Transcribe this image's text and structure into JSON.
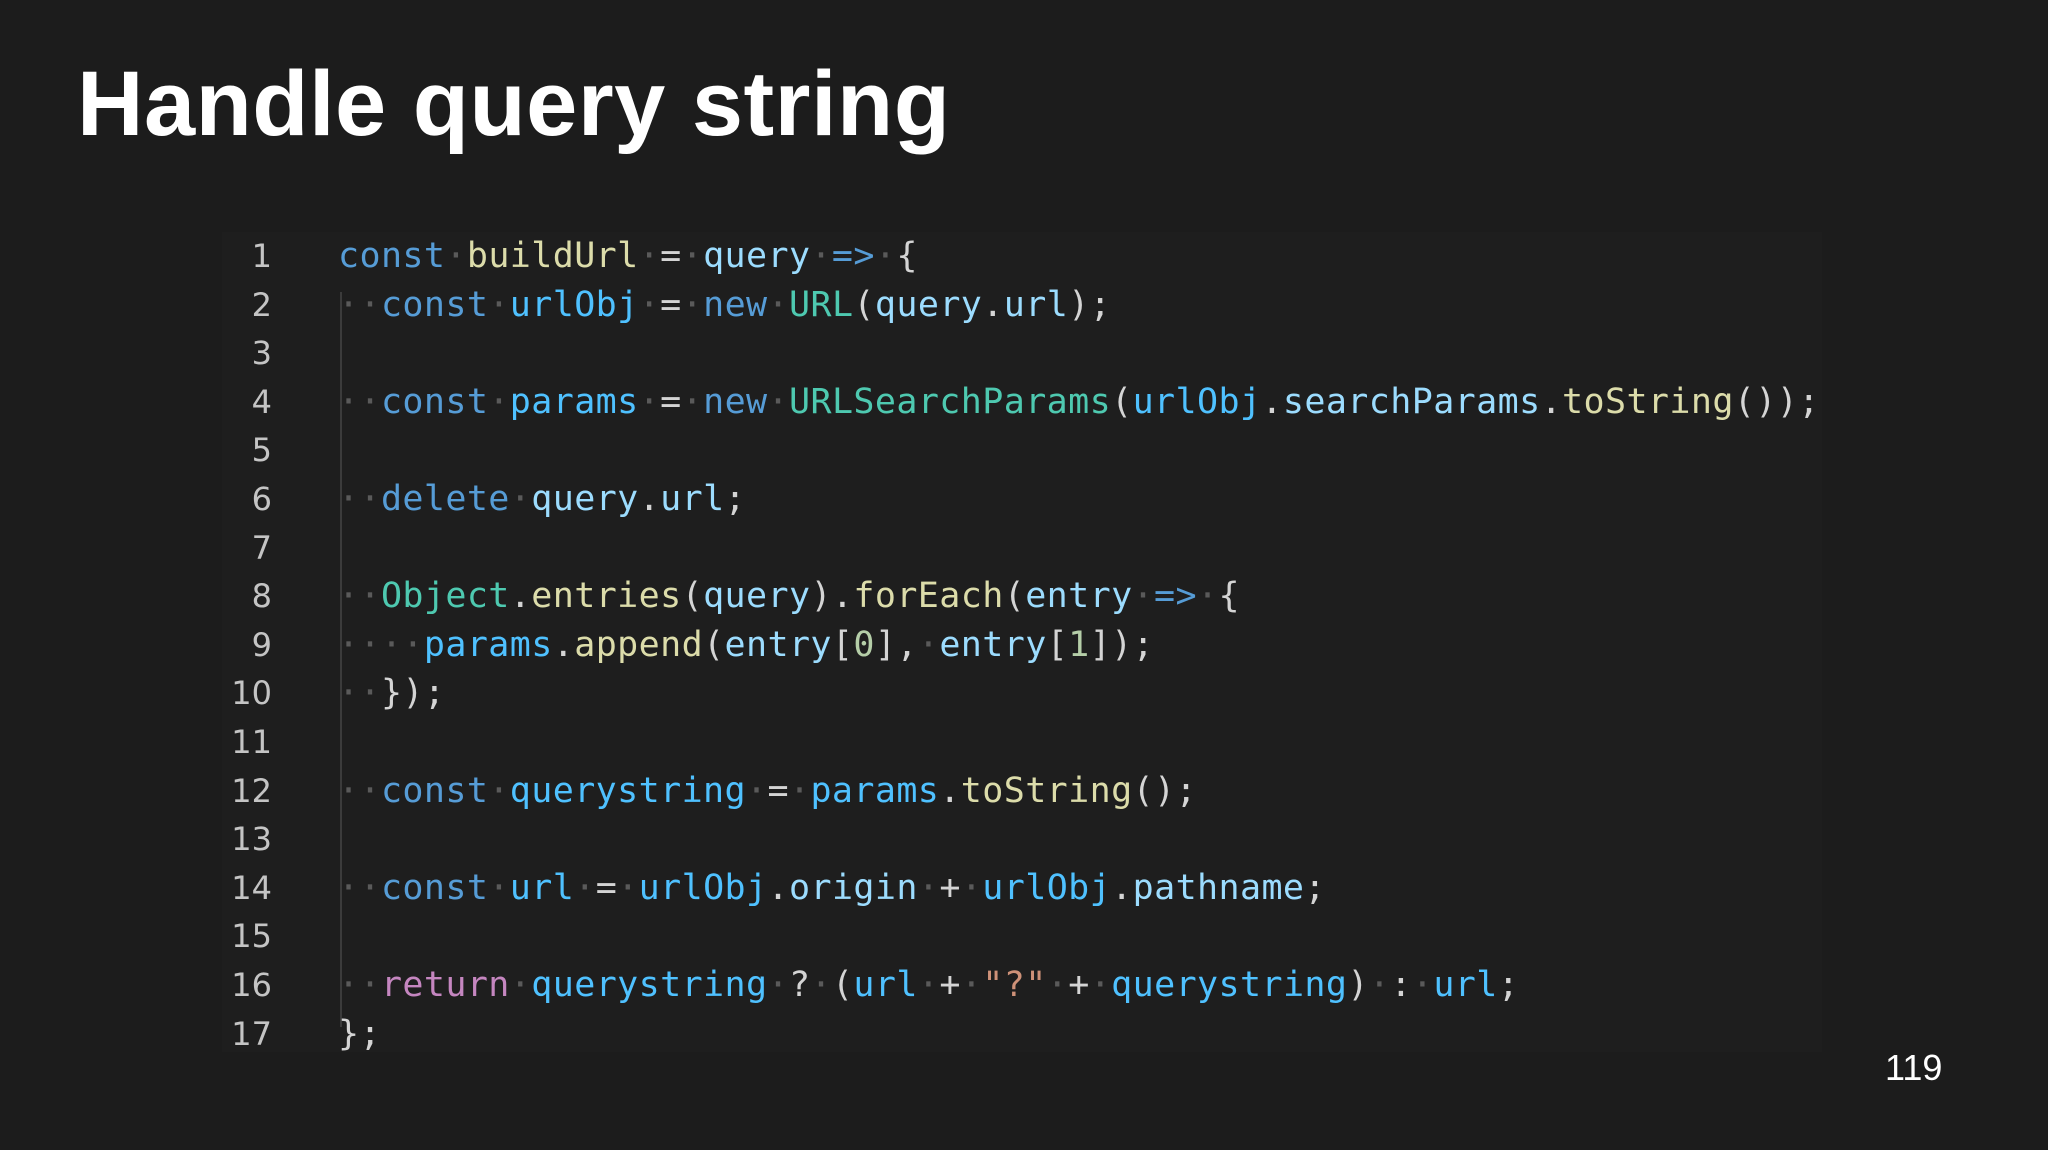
{
  "slide": {
    "title": "Handle query string",
    "page_number": "119"
  },
  "code": {
    "language": "javascript",
    "colors": {
      "background": "#1e1e1e",
      "keyword": "#569cd6",
      "control": "#c586c0",
      "function": "#dcdcaa",
      "variable": "#9cdcfe",
      "constant": "#4fc1ff",
      "class": "#4ec9b0",
      "number": "#b5cea8",
      "string": "#ce9178",
      "whitespace": "#5a5a5a"
    },
    "lines": [
      {
        "number": "1",
        "tokens": [
          [
            "kw",
            "const"
          ],
          [
            "ws",
            "·"
          ],
          [
            "fn",
            "buildUrl"
          ],
          [
            "ws",
            "·"
          ],
          [
            "op",
            "="
          ],
          [
            "ws",
            "·"
          ],
          [
            "var",
            "query"
          ],
          [
            "ws",
            "·"
          ],
          [
            "kw",
            "=>"
          ],
          [
            "ws",
            "·"
          ],
          [
            "punc",
            "{"
          ]
        ]
      },
      {
        "number": "2",
        "tokens": [
          [
            "ws",
            "··"
          ],
          [
            "kw",
            "const"
          ],
          [
            "ws",
            "·"
          ],
          [
            "const",
            "urlObj"
          ],
          [
            "ws",
            "·"
          ],
          [
            "op",
            "="
          ],
          [
            "ws",
            "·"
          ],
          [
            "kw",
            "new"
          ],
          [
            "ws",
            "·"
          ],
          [
            "cls",
            "URL"
          ],
          [
            "punc",
            "("
          ],
          [
            "var",
            "query"
          ],
          [
            "punc",
            "."
          ],
          [
            "var",
            "url"
          ],
          [
            "punc",
            ");"
          ]
        ]
      },
      {
        "number": "3",
        "tokens": []
      },
      {
        "number": "4",
        "tokens": [
          [
            "ws",
            "··"
          ],
          [
            "kw",
            "const"
          ],
          [
            "ws",
            "·"
          ],
          [
            "const",
            "params"
          ],
          [
            "ws",
            "·"
          ],
          [
            "op",
            "="
          ],
          [
            "ws",
            "·"
          ],
          [
            "kw",
            "new"
          ],
          [
            "ws",
            "·"
          ],
          [
            "cls",
            "URLSearchParams"
          ],
          [
            "punc",
            "("
          ],
          [
            "const",
            "urlObj"
          ],
          [
            "punc",
            "."
          ],
          [
            "var",
            "searchParams"
          ],
          [
            "punc",
            "."
          ],
          [
            "fn",
            "toString"
          ],
          [
            "punc",
            "());"
          ]
        ]
      },
      {
        "number": "5",
        "tokens": []
      },
      {
        "number": "6",
        "tokens": [
          [
            "ws",
            "··"
          ],
          [
            "kw",
            "delete"
          ],
          [
            "ws",
            "·"
          ],
          [
            "var",
            "query"
          ],
          [
            "punc",
            "."
          ],
          [
            "var",
            "url"
          ],
          [
            "punc",
            ";"
          ]
        ]
      },
      {
        "number": "7",
        "tokens": []
      },
      {
        "number": "8",
        "tokens": [
          [
            "ws",
            "··"
          ],
          [
            "cls",
            "Object"
          ],
          [
            "punc",
            "."
          ],
          [
            "fn",
            "entries"
          ],
          [
            "punc",
            "("
          ],
          [
            "var",
            "query"
          ],
          [
            "punc",
            ")."
          ],
          [
            "fn",
            "forEach"
          ],
          [
            "punc",
            "("
          ],
          [
            "var",
            "entry"
          ],
          [
            "ws",
            "·"
          ],
          [
            "kw",
            "=>"
          ],
          [
            "ws",
            "·"
          ],
          [
            "punc",
            "{"
          ]
        ]
      },
      {
        "number": "9",
        "tokens": [
          [
            "ws",
            "····"
          ],
          [
            "const",
            "params"
          ],
          [
            "punc",
            "."
          ],
          [
            "fn",
            "append"
          ],
          [
            "punc",
            "("
          ],
          [
            "var",
            "entry"
          ],
          [
            "punc",
            "["
          ],
          [
            "num",
            "0"
          ],
          [
            "punc",
            "],"
          ],
          [
            "ws",
            "·"
          ],
          [
            "var",
            "entry"
          ],
          [
            "punc",
            "["
          ],
          [
            "num",
            "1"
          ],
          [
            "punc",
            "]);"
          ]
        ]
      },
      {
        "number": "10",
        "tokens": [
          [
            "ws",
            "··"
          ],
          [
            "punc",
            "});"
          ]
        ]
      },
      {
        "number": "11",
        "tokens": []
      },
      {
        "number": "12",
        "tokens": [
          [
            "ws",
            "··"
          ],
          [
            "kw",
            "const"
          ],
          [
            "ws",
            "·"
          ],
          [
            "const",
            "querystring"
          ],
          [
            "ws",
            "·"
          ],
          [
            "op",
            "="
          ],
          [
            "ws",
            "·"
          ],
          [
            "const",
            "params"
          ],
          [
            "punc",
            "."
          ],
          [
            "fn",
            "toString"
          ],
          [
            "punc",
            "();"
          ]
        ]
      },
      {
        "number": "13",
        "tokens": []
      },
      {
        "number": "14",
        "tokens": [
          [
            "ws",
            "··"
          ],
          [
            "kw",
            "const"
          ],
          [
            "ws",
            "·"
          ],
          [
            "const",
            "url"
          ],
          [
            "ws",
            "·"
          ],
          [
            "op",
            "="
          ],
          [
            "ws",
            "·"
          ],
          [
            "const",
            "urlObj"
          ],
          [
            "punc",
            "."
          ],
          [
            "var",
            "origin"
          ],
          [
            "ws",
            "·"
          ],
          [
            "op",
            "+"
          ],
          [
            "ws",
            "·"
          ],
          [
            "const",
            "urlObj"
          ],
          [
            "punc",
            "."
          ],
          [
            "var",
            "pathname"
          ],
          [
            "punc",
            ";"
          ]
        ]
      },
      {
        "number": "15",
        "tokens": []
      },
      {
        "number": "16",
        "tokens": [
          [
            "ws",
            "··"
          ],
          [
            "ctrl",
            "return"
          ],
          [
            "ws",
            "·"
          ],
          [
            "const",
            "querystring"
          ],
          [
            "ws",
            "·"
          ],
          [
            "op",
            "?"
          ],
          [
            "ws",
            "·"
          ],
          [
            "punc",
            "("
          ],
          [
            "const",
            "url"
          ],
          [
            "ws",
            "·"
          ],
          [
            "op",
            "+"
          ],
          [
            "ws",
            "·"
          ],
          [
            "str",
            "\"?\""
          ],
          [
            "ws",
            "·"
          ],
          [
            "op",
            "+"
          ],
          [
            "ws",
            "·"
          ],
          [
            "const",
            "querystring"
          ],
          [
            "punc",
            ")"
          ],
          [
            "ws",
            "·"
          ],
          [
            "op",
            ":"
          ],
          [
            "ws",
            "·"
          ],
          [
            "const",
            "url"
          ],
          [
            "punc",
            ";"
          ]
        ]
      },
      {
        "number": "17",
        "tokens": [
          [
            "punc",
            "};"
          ]
        ]
      }
    ]
  }
}
